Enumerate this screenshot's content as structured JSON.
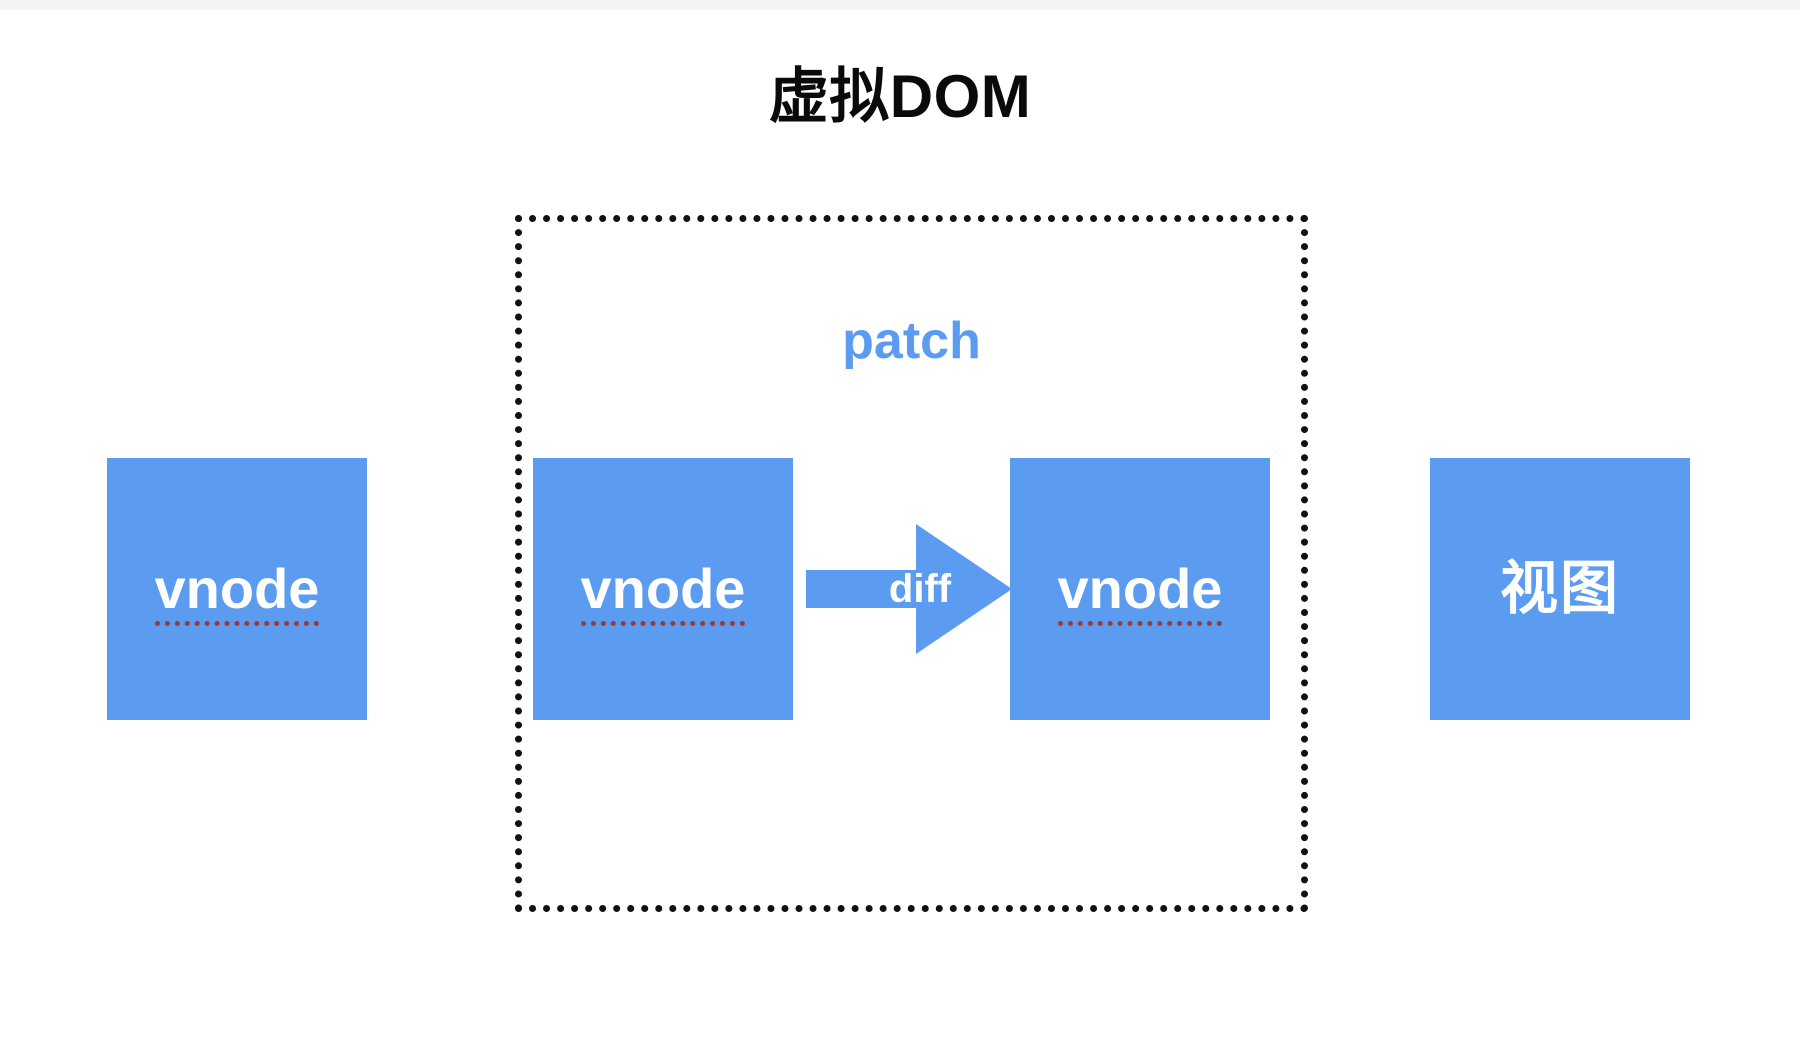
{
  "page": {
    "title": "虚拟DOM",
    "background_color": "#ffffff"
  },
  "colors": {
    "node_blue": "#5b9bf0",
    "arrow_blue": "#5b9bf0",
    "patch_label_blue": "#5b9bf0",
    "dotted_border": "#111111",
    "spellcheck_underline_red": "#9c3b33",
    "title_text": "#0a0a0a",
    "node_text": "#ffffff",
    "top_strip": "#f4f4f4"
  },
  "diagram": {
    "group": {
      "label": "patch",
      "border_style": "dotted"
    },
    "nodes": [
      {
        "id": "vnode-source",
        "label": "vnode",
        "spellchecked": true,
        "script": "latin"
      },
      {
        "id": "vnode-old",
        "label": "vnode",
        "spellchecked": true,
        "script": "latin"
      },
      {
        "id": "vnode-new",
        "label": "vnode",
        "spellchecked": true,
        "script": "latin"
      },
      {
        "id": "view",
        "label": "视图",
        "spellchecked": false,
        "script": "cjk"
      }
    ],
    "arrow": {
      "label": "diff",
      "direction": "right",
      "from": "vnode-old",
      "to": "vnode-new"
    }
  }
}
